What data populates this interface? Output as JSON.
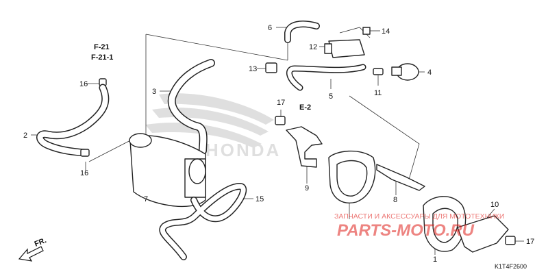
{
  "diagram": {
    "code": "K1T4F2600",
    "direction_label": "FR.",
    "refs": {
      "ref1": "F-21",
      "ref2": "F-21-1",
      "ref3": "E-2"
    },
    "brand_watermark": "HONDA",
    "parts": [
      {
        "number": "1"
      },
      {
        "number": "2"
      },
      {
        "number": "3"
      },
      {
        "number": "4"
      },
      {
        "number": "5"
      },
      {
        "number": "6"
      },
      {
        "number": "7"
      },
      {
        "number": "8"
      },
      {
        "number": "9"
      },
      {
        "number": "10"
      },
      {
        "number": "11"
      },
      {
        "number": "12"
      },
      {
        "number": "13"
      },
      {
        "number": "14"
      },
      {
        "number": "15"
      },
      {
        "number": "16"
      },
      {
        "number": "16"
      },
      {
        "number": "17"
      },
      {
        "number": "17"
      }
    ]
  },
  "watermark": {
    "tagline": "ЗАПЧАСТИ И АКСЕССУАРЫ ДЛЯ МОТОТЕХНИКИ",
    "brand": "PARTS-MOTO.RU",
    "color": "#e0201c"
  }
}
